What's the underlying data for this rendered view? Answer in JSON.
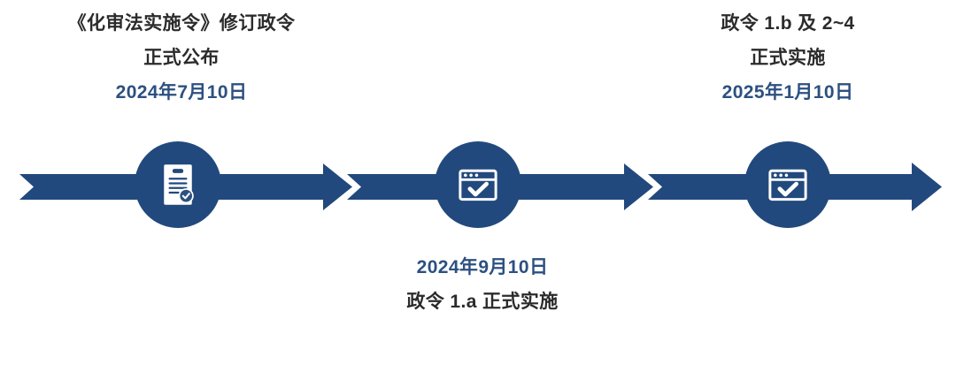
{
  "diagram": {
    "type": "horizontal-timeline",
    "colors": {
      "node_fill": "#22497D",
      "arrow_fill": "#22497D",
      "date_text": "#2C5080",
      "title_text": "#2B2B2B",
      "icon_fill": "#FFFFFF",
      "background": "#FFFFFF"
    }
  },
  "milestones": [
    {
      "id": "m1",
      "icon": "document-check-icon",
      "position": "above",
      "lines": [
        {
          "text": "《化审法实施令》修订政令",
          "style": "title"
        },
        {
          "text": "正式公布",
          "style": "title"
        },
        {
          "text": "2024年7月10日",
          "style": "date"
        }
      ]
    },
    {
      "id": "m2",
      "icon": "browser-check-icon",
      "position": "below",
      "lines": [
        {
          "text": "2024年9月10日",
          "style": "date"
        },
        {
          "text": "政令 1.a 正式实施",
          "style": "title"
        }
      ]
    },
    {
      "id": "m3",
      "icon": "browser-check-icon",
      "position": "above",
      "lines": [
        {
          "text": "政令 1.b 及 2~4",
          "style": "title"
        },
        {
          "text": "正式实施",
          "style": "title"
        },
        {
          "text": "2025年1月10日",
          "style": "date"
        }
      ]
    }
  ],
  "labels": {
    "above_1": {
      "line1": "《化审法实施令》修订政令",
      "line2": "正式公布",
      "line3": "2024年7月10日"
    },
    "above_3": {
      "line1": "政令 1.b 及 2~4",
      "line2": "正式实施",
      "line3": "2025年1月10日"
    },
    "below_2": {
      "line1": "2024年9月10日",
      "line2": "政令 1.a 正式实施"
    }
  }
}
